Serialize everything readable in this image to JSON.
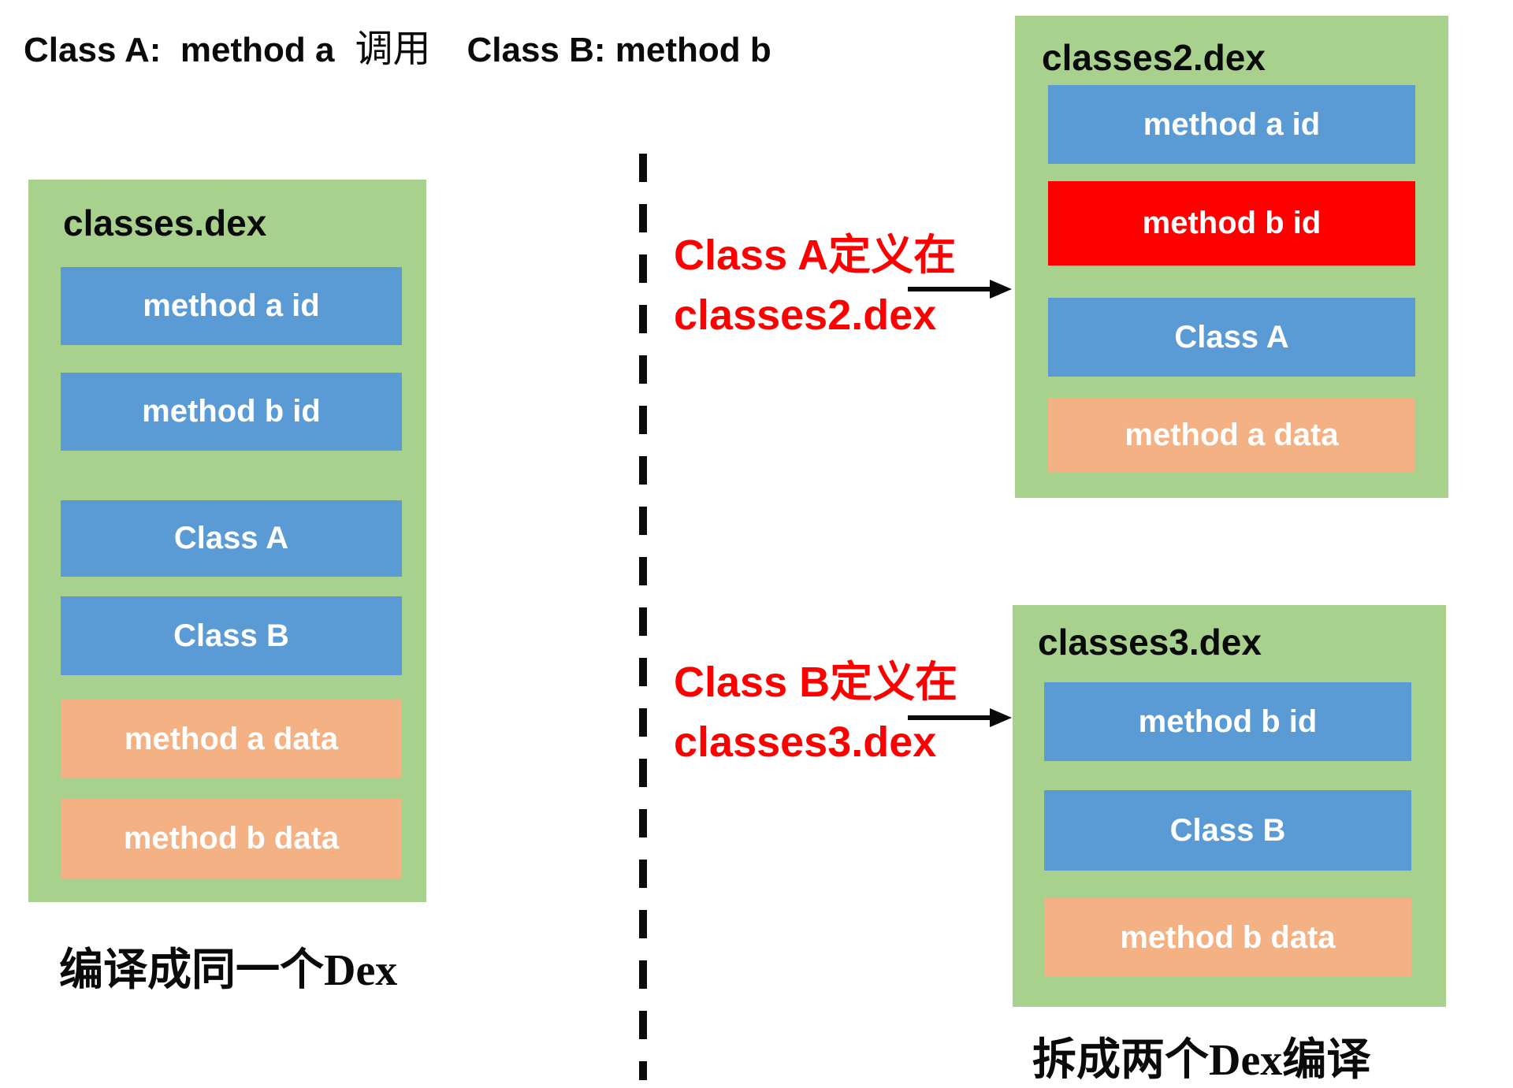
{
  "header": {
    "caller": "Class A:  method a",
    "verb": "调用",
    "callee": "Class B: method b"
  },
  "colors": {
    "box_green": "#a9d18e",
    "bar_blue": "#5b9bd5",
    "bar_orange": "#f4b183",
    "bar_red": "#ff0000",
    "annotation_red": "#ff0000",
    "text_black": "#0a0a0a",
    "bar_text_white": "#ffffff"
  },
  "left_box": {
    "title": "classes.dex",
    "rows": [
      {
        "label": "method a id",
        "color": "blue"
      },
      {
        "label": "method b id",
        "color": "blue"
      },
      {
        "label": "Class A",
        "color": "blue"
      },
      {
        "label": "Class B",
        "color": "blue"
      },
      {
        "label": "method a data",
        "color": "orange"
      },
      {
        "label": "method b data",
        "color": "orange"
      }
    ],
    "caption": "编译成同一个Dex"
  },
  "annotation_a": {
    "line1": "Class A定义在",
    "line2": "classes2.dex"
  },
  "annotation_b": {
    "line1": "Class B定义在",
    "line2": "classes3.dex"
  },
  "box2": {
    "title": "classes2.dex",
    "rows": [
      {
        "label": "method a id",
        "color": "blue"
      },
      {
        "label": "method b id",
        "color": "red"
      },
      {
        "label": "Class A",
        "color": "blue"
      },
      {
        "label": "method a data",
        "color": "orange"
      }
    ]
  },
  "box3": {
    "title": "classes3.dex",
    "rows": [
      {
        "label": "method b id",
        "color": "blue"
      },
      {
        "label": "Class B",
        "color": "blue"
      },
      {
        "label": "method b data",
        "color": "orange"
      }
    ],
    "caption": "拆成两个Dex编译"
  }
}
